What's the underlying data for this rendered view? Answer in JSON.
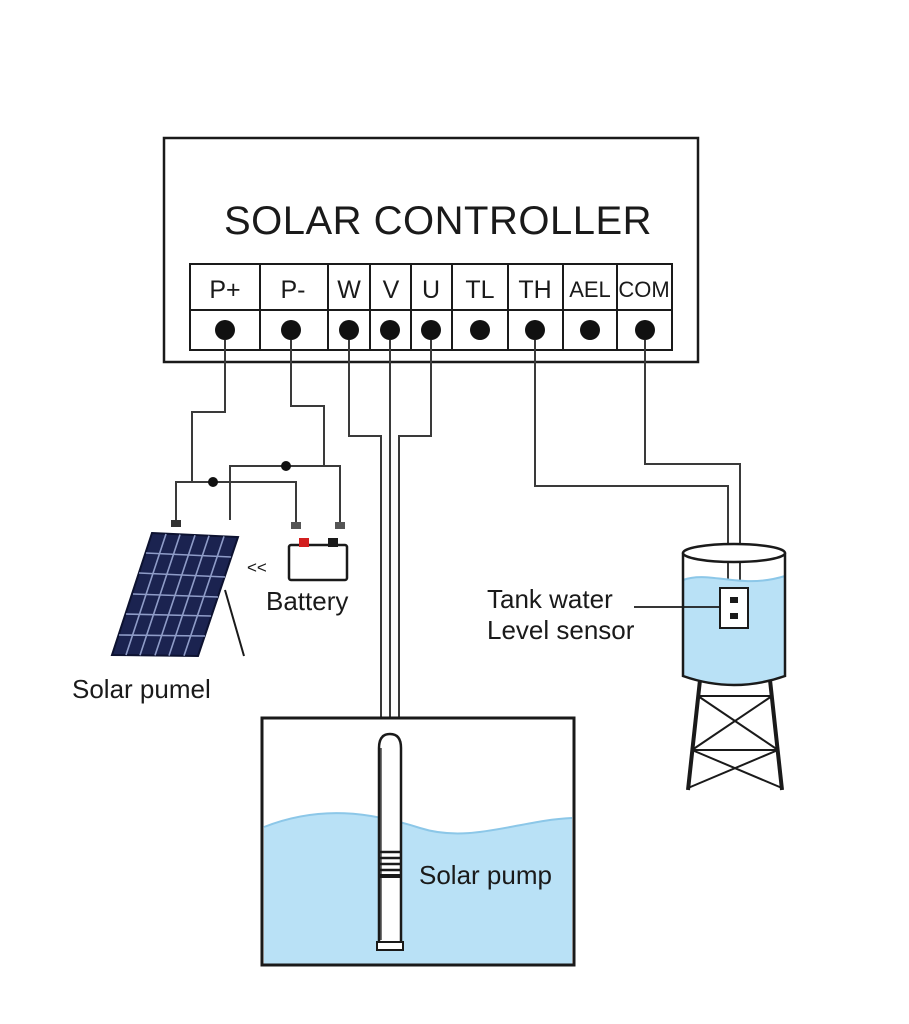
{
  "controller": {
    "title": "SOLAR CONTROLLER",
    "terminals": [
      "P+",
      "P-",
      "W",
      "V",
      "U",
      "TL",
      "TH",
      "AEL",
      "COM"
    ]
  },
  "components": {
    "solar_panel": "Solar pumel",
    "battery": "Battery",
    "battery_arrow": "<<",
    "pump": "Solar pump",
    "tank_sensor_line1": "Tank water",
    "tank_sensor_line2": "Level sensor"
  },
  "colors": {
    "water": "#b9e1f6",
    "water_line": "#8cc7e8",
    "panel": "#1b2350",
    "battery_terminal": "#d21f1f",
    "wire": "#3a3a3a"
  }
}
